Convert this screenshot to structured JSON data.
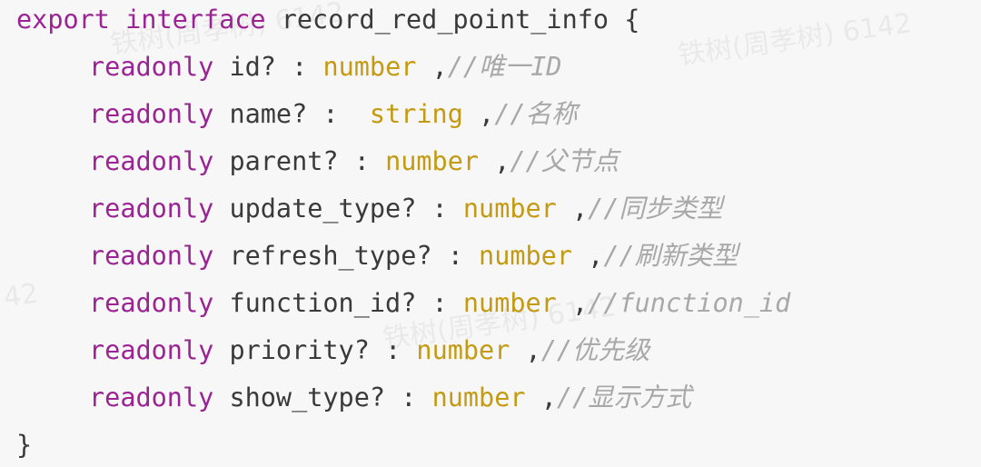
{
  "watermarks": [
    "铁树(周孝树) 6142",
    "铁树(周孝树) 6142",
    "铁树(周孝树) 6142",
    "42"
  ],
  "code": {
    "kw_export": "export",
    "kw_interface": "interface",
    "interface_name": "record_red_point_info",
    "open_brace": "{",
    "close_brace": "}",
    "readonly": "readonly",
    "colon": ":",
    "comma": ",",
    "fields": [
      {
        "name": "id?",
        "type": "number",
        "comment": "//唯一ID"
      },
      {
        "name": "name?",
        "type": "string",
        "comment": "//名称"
      },
      {
        "name": "parent?",
        "type": "number",
        "comment": "//父节点"
      },
      {
        "name": "update_type?",
        "type": "number",
        "comment": "//同步类型"
      },
      {
        "name": "refresh_type?",
        "type": "number",
        "comment": "//刷新类型"
      },
      {
        "name": "function_id?",
        "type": "number",
        "comment": "//function_id"
      },
      {
        "name": "priority?",
        "type": "number",
        "comment": "//优先级"
      },
      {
        "name": "show_type?",
        "type": "number",
        "comment": "//显示方式"
      }
    ]
  },
  "colors": {
    "keyword": "#9b2393",
    "type": "#c49a12",
    "comment": "#a8a8a8",
    "text": "#3a3a3a",
    "background": "#f7f7f8"
  }
}
